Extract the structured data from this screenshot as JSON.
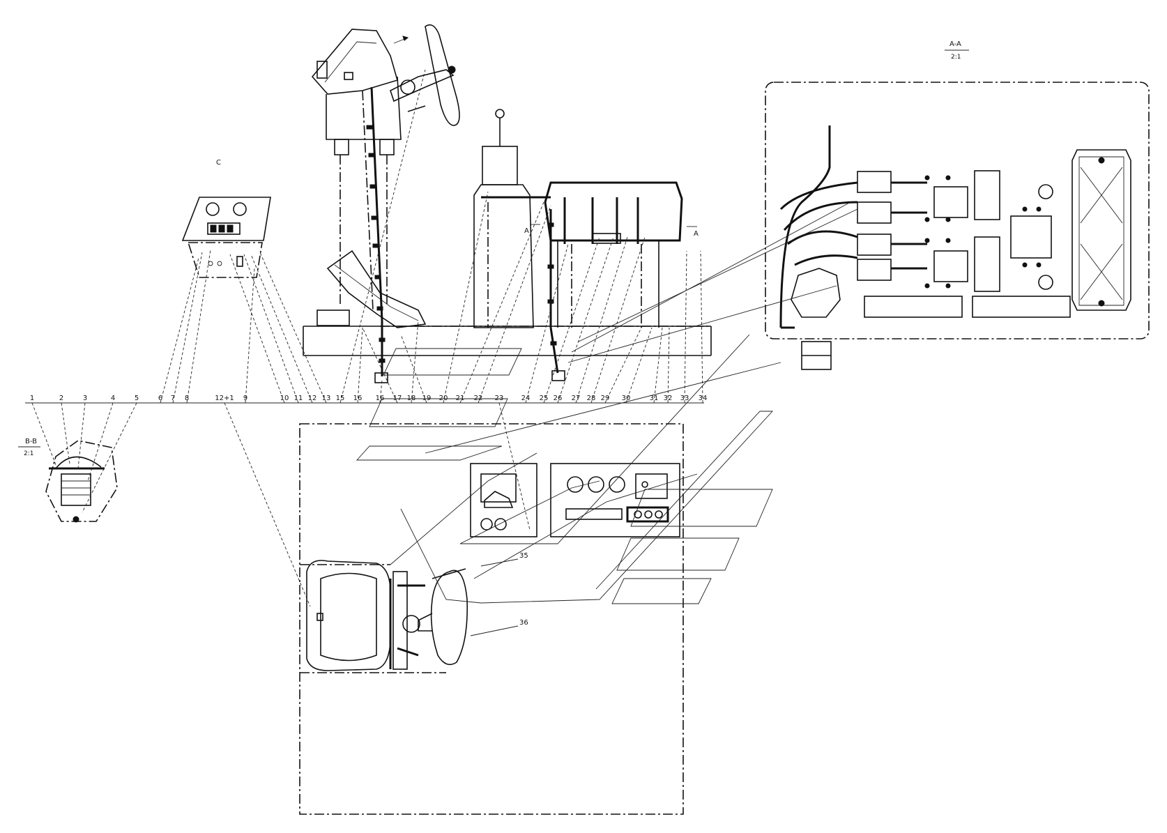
{
  "diagram": {
    "section_aa": {
      "label": "A-A",
      "scale": "2:1"
    },
    "section_bb": {
      "label": "B-B",
      "scale": "2:1"
    },
    "view_c": "C",
    "section_mark_left": "A",
    "section_mark_right": "A",
    "callouts": [
      "1",
      "2",
      "3",
      "4",
      "5",
      "6",
      "7",
      "8",
      "12+1",
      "9",
      "10",
      "11",
      "12",
      "13",
      "15",
      "16",
      "16",
      "17",
      "18",
      "19",
      "20",
      "21",
      "22",
      "23",
      "24",
      "25",
      "26",
      "27",
      "28",
      "29",
      "30",
      "31",
      "32",
      "33",
      "34"
    ],
    "callout_35": "35",
    "callout_36": "36"
  }
}
